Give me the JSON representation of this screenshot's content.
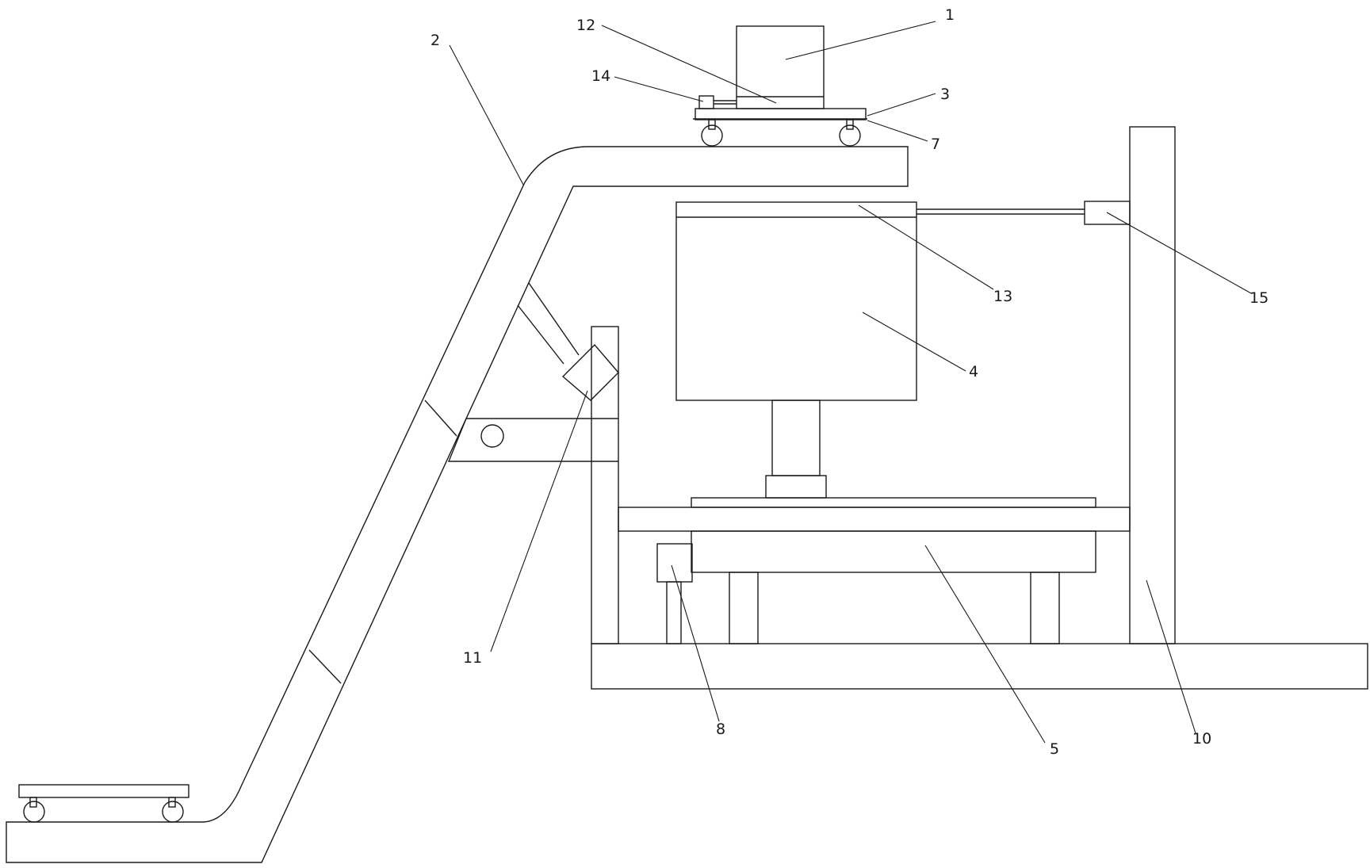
{
  "colors": {
    "line": "#1a1a1a",
    "background": "#ffffff"
  },
  "labels": {
    "1": "1",
    "2": "2",
    "3": "3",
    "4": "4",
    "5": "5",
    "7": "7",
    "8": "8",
    "10": "10",
    "11": "11",
    "12": "12",
    "13": "13",
    "14": "14",
    "15": "15"
  }
}
